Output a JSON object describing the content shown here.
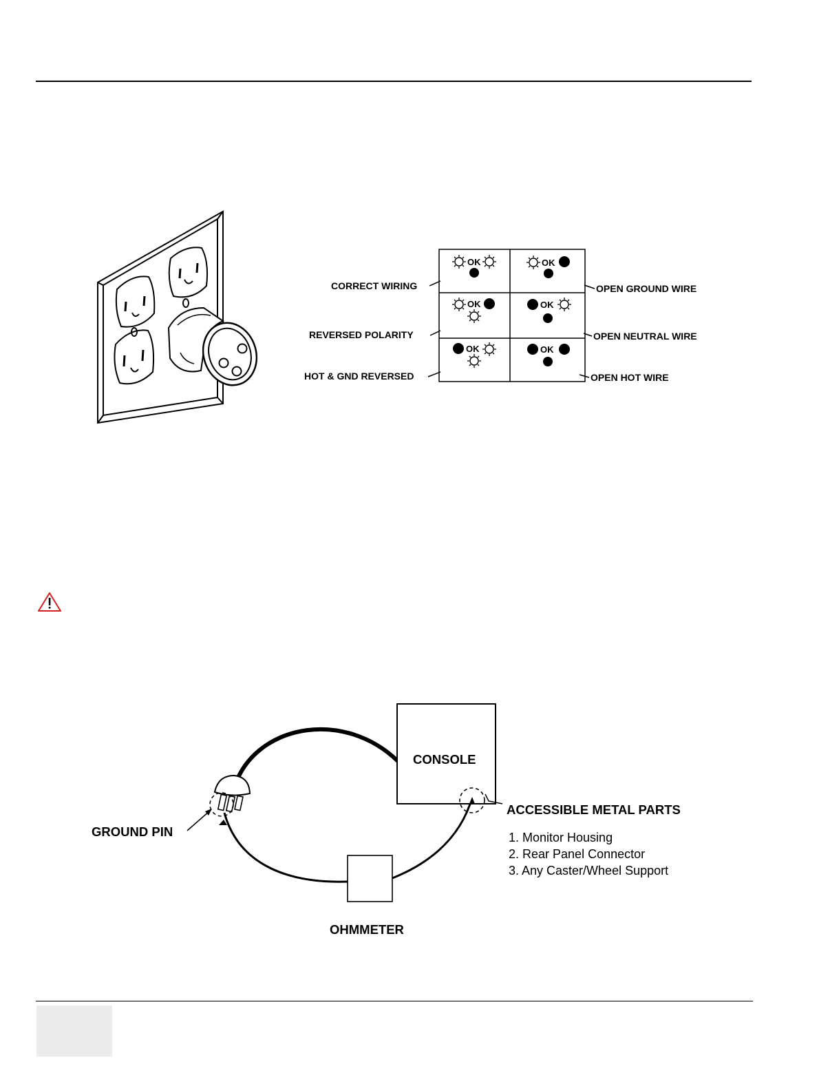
{
  "figure1": {
    "indicator_grid": {
      "ok_label": "OK",
      "left_labels": [
        "CORRECT WIRING",
        "REVERSED POLARITY",
        "HOT & GND REVERSED"
      ],
      "right_labels": [
        "OPEN GROUND WIRE",
        "OPEN NEUTRAL WIRE",
        "OPEN HOT WIRE"
      ]
    }
  },
  "figure2": {
    "console_label": "CONSOLE",
    "ground_pin_label": "GROUND PIN",
    "ohmmeter_label": "OHMMETER",
    "accessible_parts_title": "ACCESSIBLE METAL PARTS",
    "accessible_parts": [
      "1.  Monitor Housing",
      "2.  Rear Panel Connector",
      "3.  Any Caster/Wheel Support"
    ]
  },
  "colors": {
    "line": "#000000",
    "footer_box": "#ececec",
    "warning_icon": "#d61f1f"
  }
}
